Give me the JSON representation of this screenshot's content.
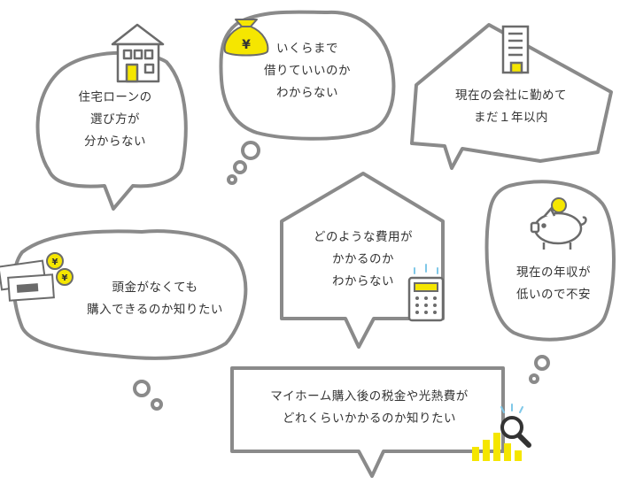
{
  "colors": {
    "outline": "#8a8a8a",
    "text": "#333333",
    "accent_yellow": "#f5e600",
    "icon_dark": "#6b6b6b"
  },
  "bubbles": {
    "loan_choice": {
      "lines": [
        "住宅ローンの",
        "選び方が",
        "分からない"
      ],
      "icon": "house-icon"
    },
    "borrow_amount": {
      "lines": [
        "いくらまで",
        "借りていいのか",
        "わからない"
      ],
      "icon": "money-bag-icon"
    },
    "new_job": {
      "lines": [
        "現在の会社に勤めて",
        "まだ１年以内"
      ],
      "icon": "office-building-icon"
    },
    "down_payment": {
      "lines": [
        "頭金がなくても",
        "購入できるのか知りたい"
      ],
      "icon": "banknotes-icon"
    },
    "costs": {
      "lines": [
        "どのような費用が",
        "かかるのか",
        "わからない"
      ],
      "icon": "calculator-icon"
    },
    "income": {
      "lines": [
        "現在の年収が",
        "低いので不安"
      ],
      "icon": "piggy-bank-icon"
    },
    "taxes": {
      "lines": [
        "マイホーム購入後の税金や光熱費が",
        "どれくらいかかるのか知りたい"
      ],
      "icon": "magnifier-chart-icon"
    }
  }
}
